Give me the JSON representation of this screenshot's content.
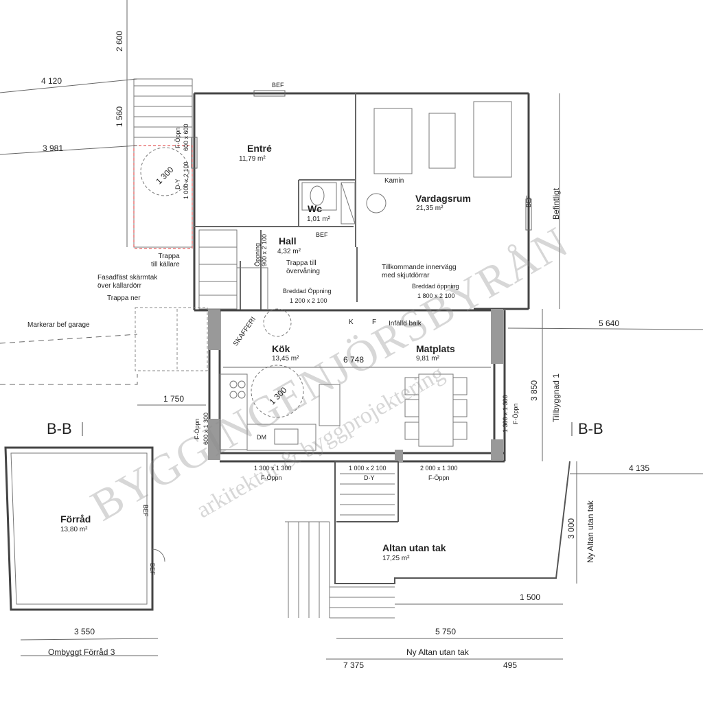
{
  "rooms": [
    {
      "name": "Entré",
      "area": "11,79 m²"
    },
    {
      "name": "Wc",
      "area": "1,01 m²"
    },
    {
      "name": "Vardagsrum",
      "area": "21,35 m²"
    },
    {
      "name": "Hall",
      "area": "4,32 m²"
    },
    {
      "name": "Kök",
      "area": "13,45 m²"
    },
    {
      "name": "Matplats",
      "area": "9,81 m²"
    },
    {
      "name": "Förråd",
      "area": "13,80 m²"
    },
    {
      "name": "Altan utan tak",
      "area": "17,25 m²"
    }
  ],
  "dimensions": {
    "d2600": "2 600",
    "d4120": "4 120",
    "d1560": "1 560",
    "d3981": "3 981",
    "d5640": "5 640",
    "d3850": "3 850",
    "d1750": "1 750",
    "d4135": "4 135",
    "d3000": "3 000",
    "d1500": "1 500",
    "d5750": "5 750",
    "d3550": "3 550",
    "d7375": "7 375",
    "d495": "495",
    "d6748": "6 748",
    "c1300a": "1 300",
    "c1300b": "1 300"
  },
  "labels": {
    "bef_top": "BEF",
    "bef_right": "BEF",
    "bef_wc": "BEF",
    "bef_forrad1": "BEF",
    "bef_forrad2": "BEF",
    "befintligt": "Befintligt",
    "tillbyggnad": "Tillbyggnad 1",
    "ny_altan_side": "Ny Altan utan tak",
    "ny_altan_bottom": "Ny Altan utan tak",
    "ombyggt": "Ombyggt Förråd 3",
    "kamin": "Kamin",
    "skafferi": "SKAFFERI",
    "infalld_balk": "Infälld balk",
    "k": "K",
    "f": "F",
    "dm": "DM",
    "trappa_kallare": "Trappa\ntill källare",
    "fasad": "Fasadfäst skärmtak\növer källardörr",
    "trappa_ner": "Trappa ner",
    "markerar": "Markerar bef garage",
    "trappa_over": "Trappa till\növervåning",
    "oppning_hall": "Öppning\n900 x 2 100",
    "breddad1_title": "Breddad Öppning",
    "breddad1_size": "1 200 x 2 100",
    "tillkommande": "Tillkommande innervägg\nmed skjutdörrar",
    "breddad2_title": "Breddad öppning",
    "breddad2_size": "1 800 x 2 100",
    "win_left_bottom": "1 300 x 1 300",
    "win_left_bottom_type": "F-Öppn",
    "door_bottom": "1 000 x 2 100",
    "door_bottom_type": "D-Y",
    "win_right_bottom": "2 000 x 1 300",
    "win_right_bottom_type": "F-Öppn",
    "win_right_side": "1 300 x 1 300",
    "win_right_side_type": "F-Öppn",
    "win_kok_side_type": "F-Öppn",
    "win_kok_side": "600 x 1 300",
    "win_entre_type": "F-Öppn",
    "win_entre": "600 x 600",
    "door_entre_type": "D-Y",
    "door_entre": "1 000 x 2 100",
    "section_left": "B-B",
    "section_right": "B-B"
  },
  "watermark": {
    "main": "BYGGINGENJÖRSBYRÅN",
    "sub": "arkitektur & byggprojektering"
  }
}
